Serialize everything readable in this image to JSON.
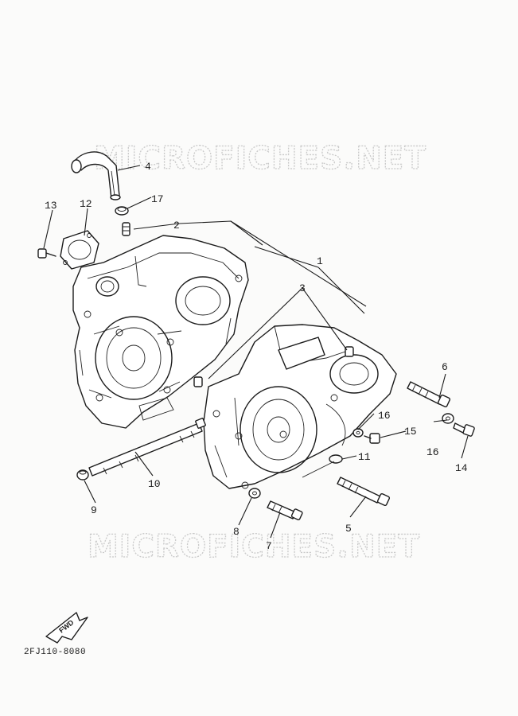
{
  "watermark_text": "MICROFICHES.NET",
  "fwd_label": "FWD",
  "diagram_code": "2FJ110-8080",
  "callouts": [
    {
      "id": "c1",
      "label": "1",
      "part": "crankcase assembly"
    },
    {
      "id": "c2",
      "label": "2",
      "part": "dowel pin"
    },
    {
      "id": "c3",
      "label": "3",
      "part": "dowel pin"
    },
    {
      "id": "c4",
      "label": "4",
      "part": "breather hose"
    },
    {
      "id": "c5",
      "label": "5",
      "part": "bolt"
    },
    {
      "id": "c6",
      "label": "6",
      "part": "bolt"
    },
    {
      "id": "c7",
      "label": "7",
      "part": "bolt"
    },
    {
      "id": "c8",
      "label": "8",
      "part": "washer"
    },
    {
      "id": "c9",
      "label": "9",
      "part": "collar"
    },
    {
      "id": "c10",
      "label": "10",
      "part": "stud bolt"
    },
    {
      "id": "c11",
      "label": "11",
      "part": "o-ring"
    },
    {
      "id": "c12",
      "label": "12",
      "part": "gasket"
    },
    {
      "id": "c13",
      "label": "13",
      "part": "bolt"
    },
    {
      "id": "c14",
      "label": "14",
      "part": "bolt"
    },
    {
      "id": "c15",
      "label": "15",
      "part": "bolt"
    },
    {
      "id": "c16a",
      "label": "16",
      "part": "washer"
    },
    {
      "id": "c16b",
      "label": "16",
      "part": "washer"
    },
    {
      "id": "c17",
      "label": "17",
      "part": "clip"
    }
  ]
}
